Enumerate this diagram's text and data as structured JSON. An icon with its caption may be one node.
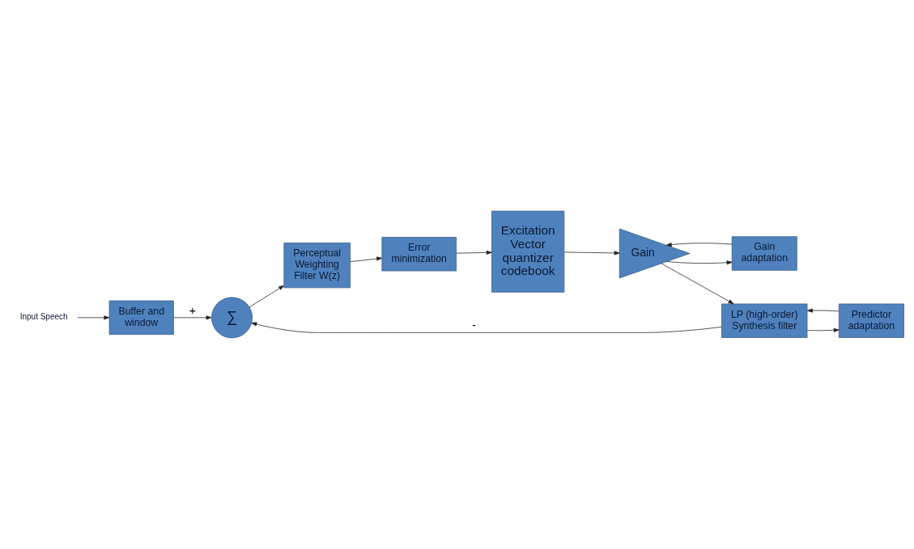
{
  "diagram": {
    "nodes": [
      {
        "text": [
          "Input Speech"
        ]
      },
      {
        "text": [
          "Buffer and window"
        ]
      },
      {
        "text": [
          "∑"
        ]
      },
      {
        "text": [
          "Excitation Vector quantizer codebook"
        ]
      },
      {
        "text": [
          "Gain"
        ]
      },
      {
        "text": [
          "LP (high-order) Synthesis filter"
        ]
      },
      {
        "text": [
          "Gain adaptation"
        ]
      },
      {
        "text": [
          "Predictor adaptation"
        ]
      },
      {
        "text": [
          "Perceptual Weighting Filter W(z)"
        ]
      },
      {
        "text": [
          "Error minimization"
        ]
      }
    ],
    "edges": [
      {
        "from": 0,
        "to": 1,
        "arrow": "to"
      },
      {
        "from": 1,
        "to": 2,
        "arrow": "to",
        "label": "+"
      },
      {
        "from": 3,
        "to": 4,
        "arrow": "to"
      },
      {
        "from": 4,
        "to": 5,
        "arrow": "to"
      },
      {
        "from": 4,
        "to": 6,
        "arrow": "to"
      },
      {
        "from": 5,
        "to": 2,
        "arrow": "to",
        "label": "-"
      },
      {
        "from": 5,
        "to": 7,
        "arrow": "to"
      },
      {
        "from": 7,
        "to": 5,
        "arrow": "to"
      },
      {
        "from": 6,
        "to": 4,
        "arrow": "to"
      },
      {
        "from": 2,
        "to": 8,
        "arrow": "to"
      },
      {
        "from": 8,
        "to": 9,
        "arrow": "to"
      },
      {
        "from": 9,
        "to": 3,
        "arrow": "to"
      }
    ]
  }
}
